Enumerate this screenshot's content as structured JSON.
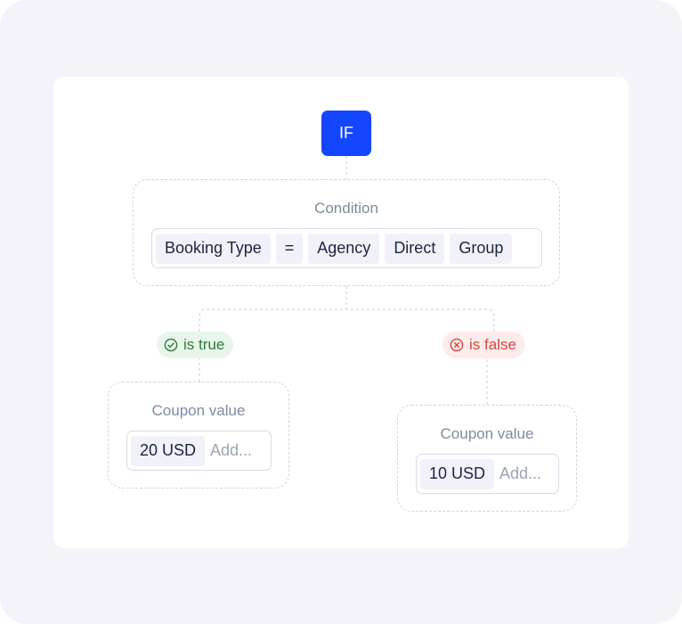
{
  "diagram": {
    "root": {
      "label": "IF"
    },
    "condition": {
      "title": "Condition",
      "tags": [
        "Booking Type",
        "=",
        "Agency",
        "Direct",
        "Group"
      ]
    },
    "branches": {
      "true": {
        "label": "is true",
        "icon": "check-circle-icon",
        "color": "#2f7a3a",
        "result": {
          "title": "Coupon value",
          "value": "20 USD",
          "placeholder": "Add..."
        }
      },
      "false": {
        "label": "is false",
        "icon": "x-circle-icon",
        "color": "#d8453b",
        "result": {
          "title": "Coupon value",
          "value": "10 USD",
          "placeholder": "Add..."
        }
      }
    },
    "colors": {
      "accent": "#1446ff",
      "border": "#d2d3e2",
      "background": "#f3f3f9"
    }
  }
}
